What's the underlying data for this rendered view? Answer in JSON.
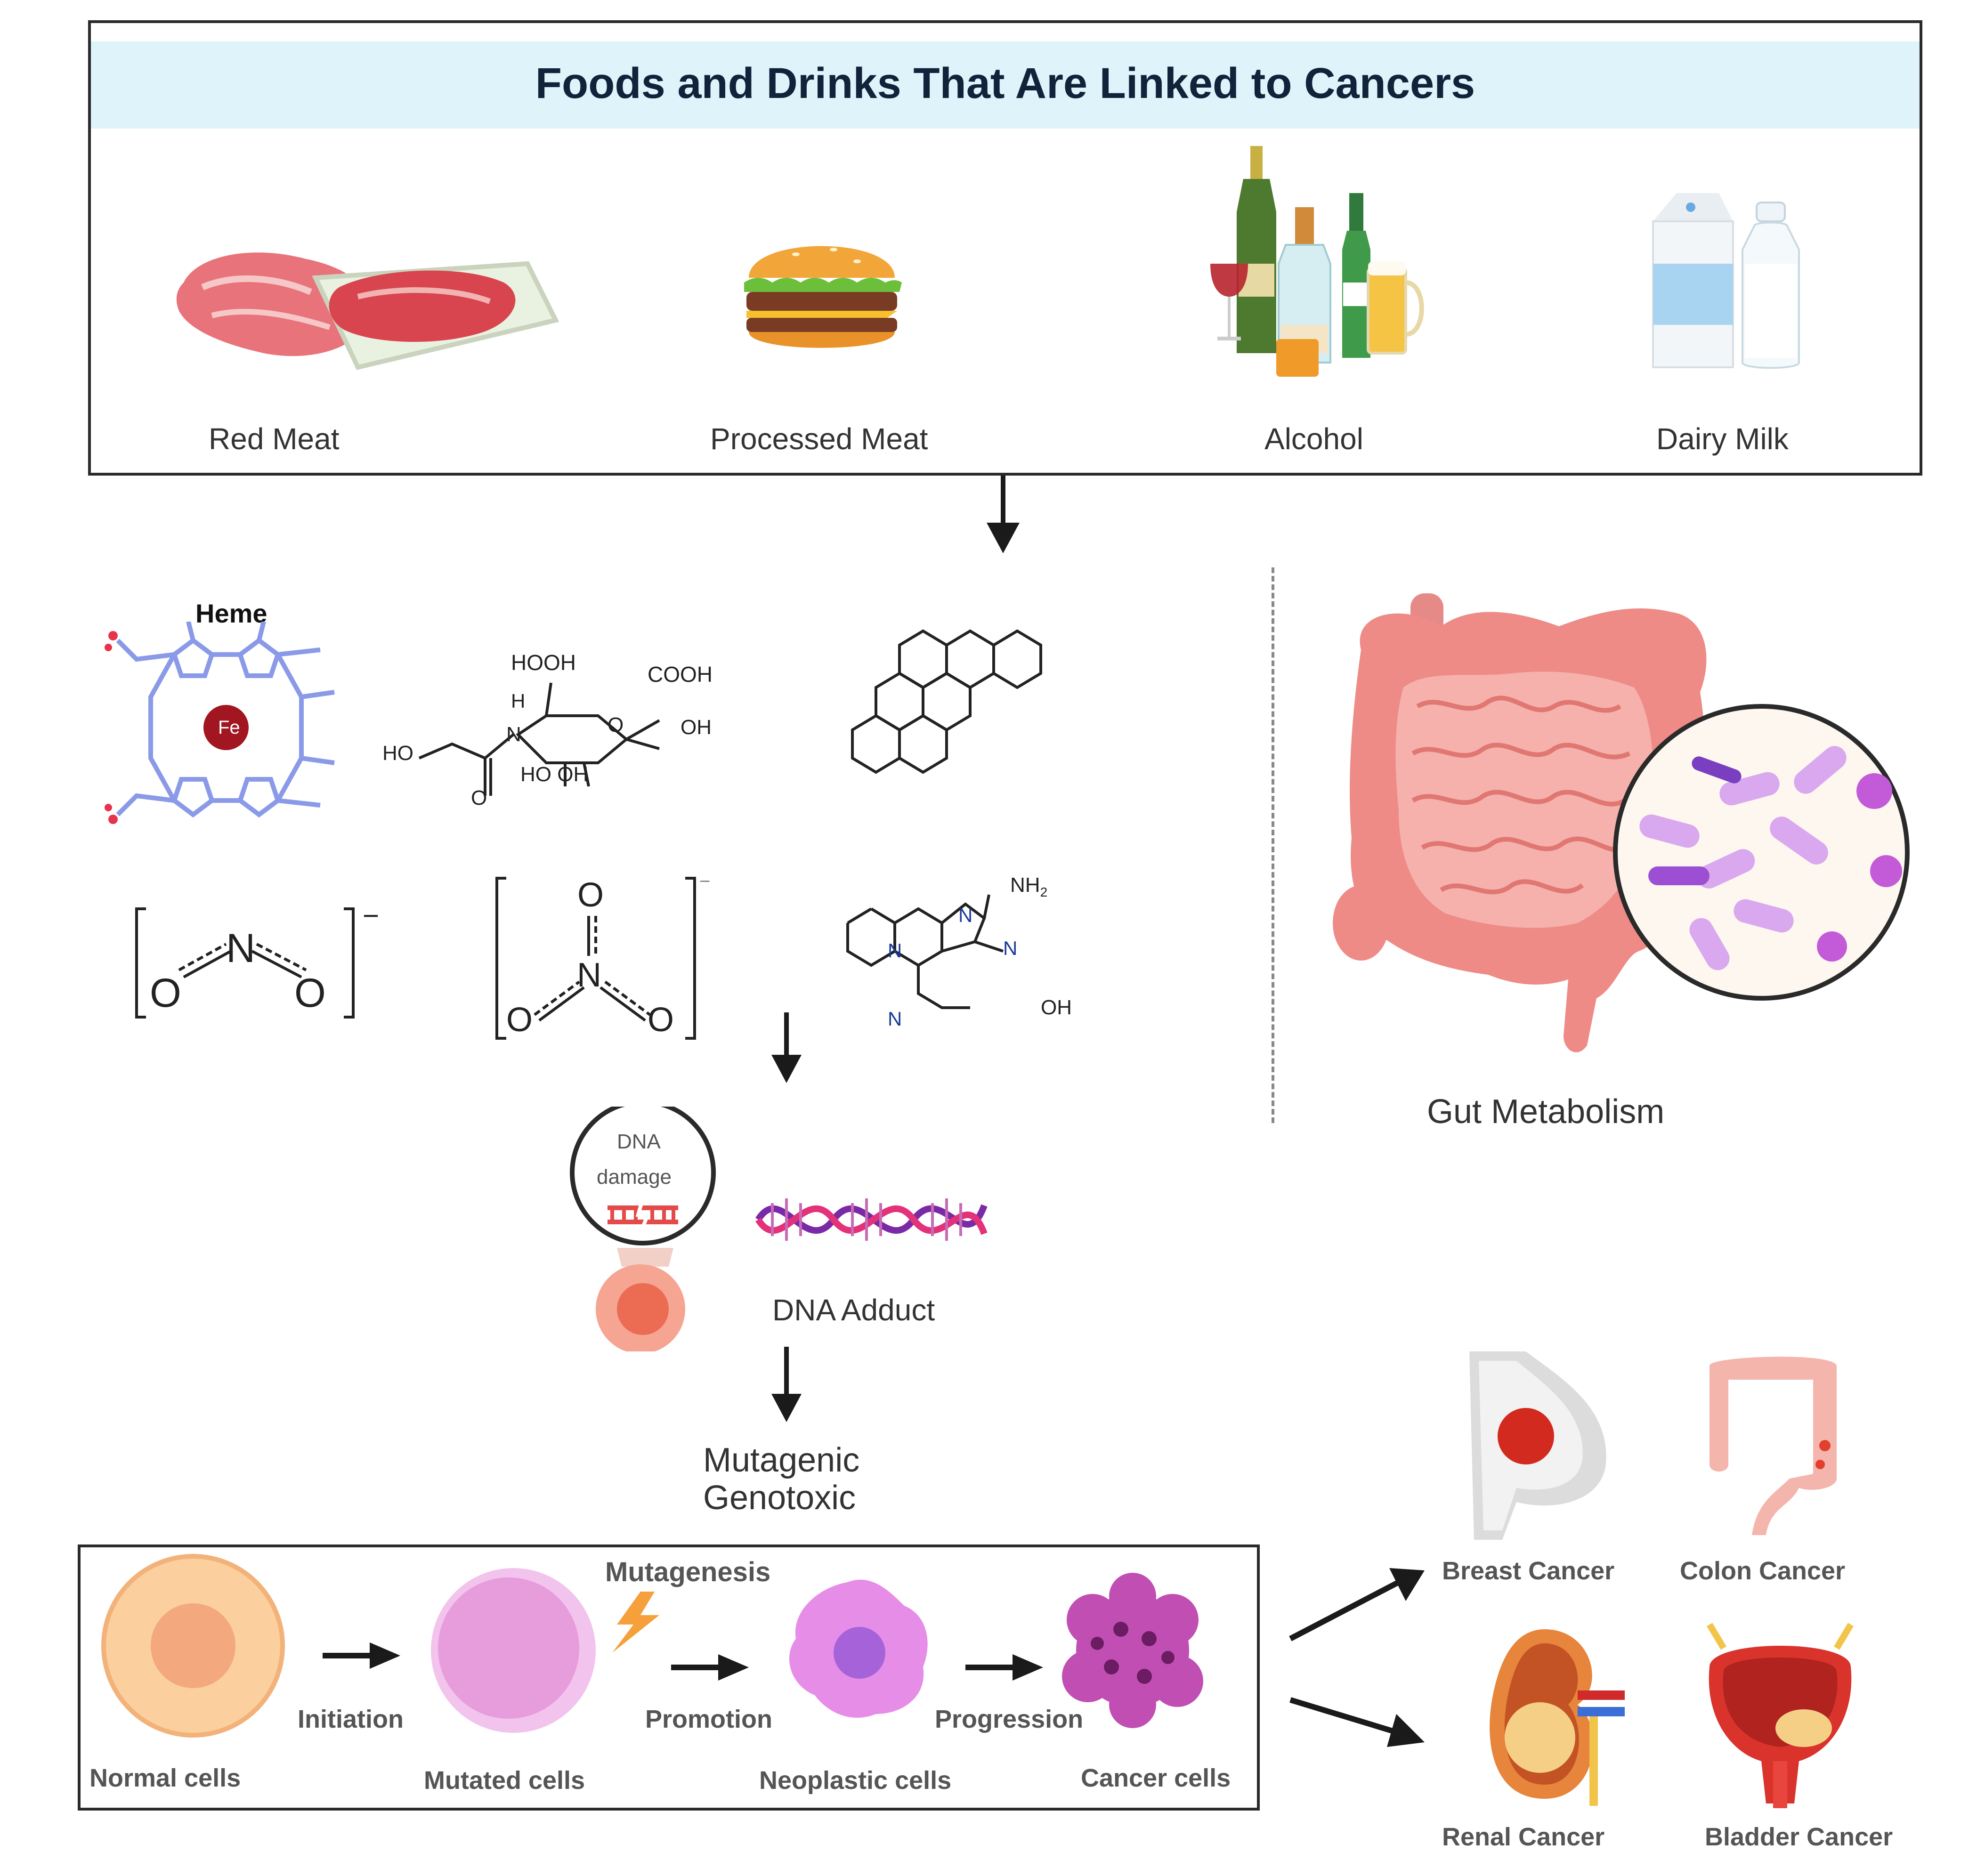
{
  "title": "Foods and Drinks That Are Linked to Cancers",
  "foods": [
    {
      "label": "Red Meat",
      "icon": "red-meat-icon"
    },
    {
      "label": "Processed Meat",
      "icon": "burger-icon"
    },
    {
      "label": "Alcohol",
      "icon": "alcohol-bottles-icon"
    },
    {
      "label": "Dairy Milk",
      "icon": "milk-carton-icon"
    }
  ],
  "chemicals": {
    "heme_label": "Heme",
    "heme_center": "Fe",
    "acid_top": "HOOH",
    "acid_cooh": "COOH",
    "acid_h": "H",
    "acid_ho": "HO",
    "acid_o": "O",
    "acid_oh": "OH",
    "acid_n": "N",
    "acid_bottom": "HO OH",
    "acid_carbonyl_o": "O",
    "nitrite_n": "N",
    "nitrite_o1": "O",
    "nitrite_o2": "O",
    "nitrite_charge": "−",
    "nitrate_n": "N",
    "nitrate_o_top": "O",
    "nitrate_o1": "O",
    "nitrate_o2": "O",
    "nitrate_charge": "−",
    "amine_nh2": "NH",
    "amine_nh2_sub": "2",
    "amine_n1": "N",
    "amine_n2": "N",
    "amine_n3": "N",
    "amine_n4": "N",
    "amine_oh": "OH"
  },
  "gut_label": "Gut Metabolism",
  "dna": {
    "damage_line1": "DNA",
    "damage_line2": "damage",
    "adduct_label": "DNA Adduct"
  },
  "mutagenic_line1": "Mutagenic",
  "mutagenic_line2": "Genotoxic",
  "stages": {
    "mutagenesis": "Mutagenesis",
    "cells": [
      "Normal cells",
      "Mutated cells",
      "Neoplastic cells",
      "Cancer cells"
    ],
    "steps": [
      "Initiation",
      "Promotion",
      "Progression"
    ]
  },
  "cancers": [
    "Breast Cancer",
    "Colon Cancer",
    "Renal Cancer",
    "Bladder Cancer"
  ],
  "colors": {
    "title_band": "#dff3fa",
    "arrow": "#1a1a1a",
    "molecule": "#222222",
    "heme": "#8a9ae8",
    "gut": "#f08a86",
    "bacteria": "#c58be6"
  }
}
